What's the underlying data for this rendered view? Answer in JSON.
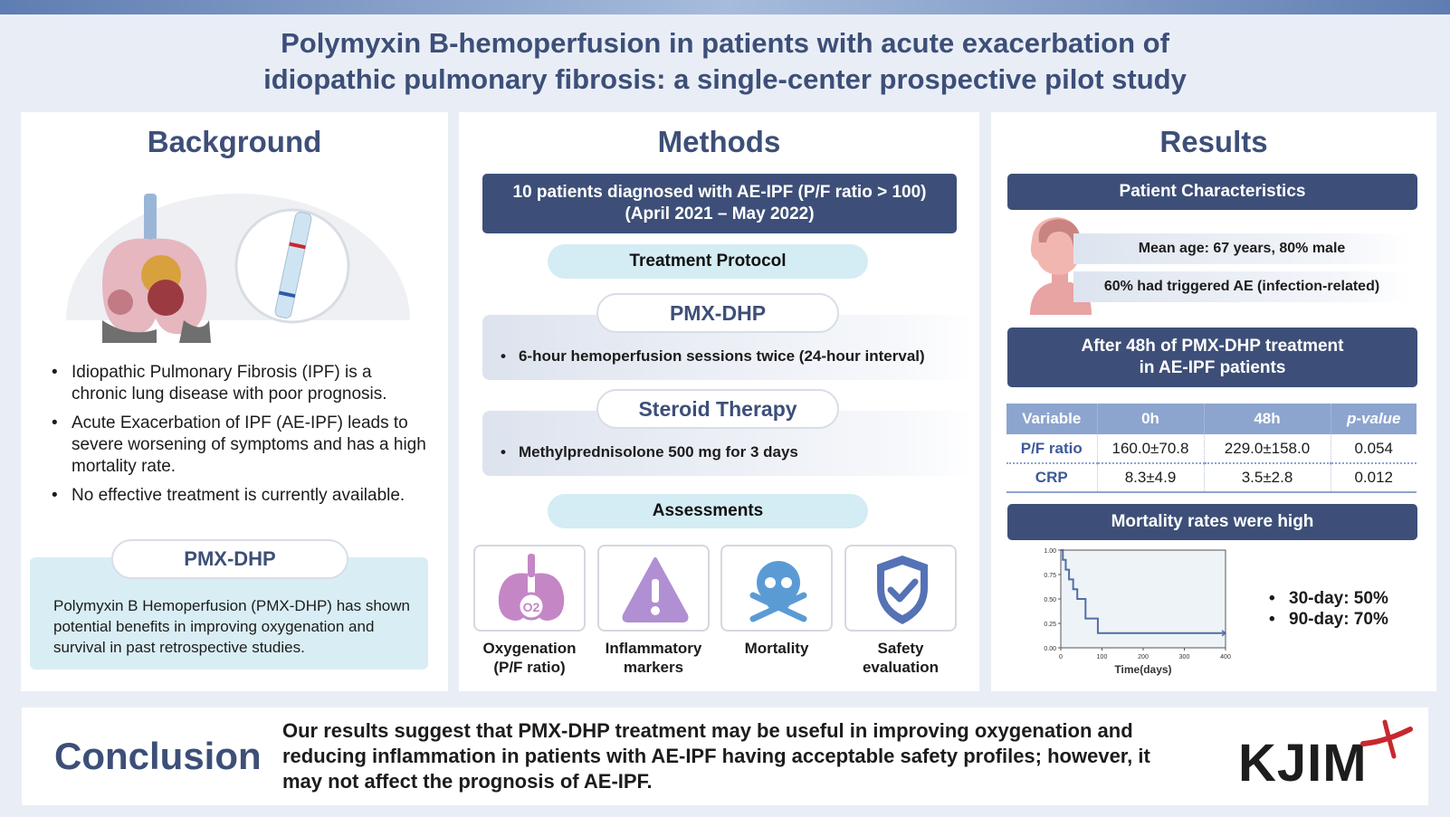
{
  "title": {
    "line1": "Polymyxin B-hemoperfusion in patients with acute exacerbation of",
    "line2": "idiopathic pulmonary fibrosis: a single-center prospective pilot study"
  },
  "background": {
    "heading": "Background",
    "bullets": [
      "Idiopathic Pulmonary Fibrosis (IPF) is a chronic lung disease with poor prognosis.",
      "Acute Exacerbation of IPF (AE-IPF) leads to severe worsening of symptoms and has a high mortality rate.",
      "No effective treatment is currently available."
    ],
    "pmx_label": "PMX-DHP",
    "pmx_text": "Polymyxin B Hemoperfusion (PMX-DHP) has shown potential benefits in improving oxygenation and survival in past retrospective studies."
  },
  "methods": {
    "heading": "Methods",
    "patients_line1": "10 patients diagnosed with AE-IPF (P/F ratio > 100)",
    "patients_line2": "(April 2021 – May 2022)",
    "protocol_label": "Treatment Protocol",
    "pmx_label": "PMX-DHP",
    "pmx_detail": "6-hour hemoperfusion sessions twice (24-hour interval)",
    "steroid_label": "Steroid Therapy",
    "steroid_detail": "Methylprednisolone 500 mg for 3 days",
    "assess_label": "Assessments",
    "assessments": [
      {
        "line1": "Oxygenation",
        "line2": "(P/F ratio)",
        "icon": "lungs-o2-icon",
        "o2": "O2"
      },
      {
        "line1": "Inflammatory",
        "line2": "markers",
        "icon": "warning-icon"
      },
      {
        "line1": "Mortality",
        "line2": "",
        "icon": "skull-icon"
      },
      {
        "line1": "Safety",
        "line2": "evaluation",
        "icon": "shield-check-icon"
      }
    ]
  },
  "results": {
    "heading": "Results",
    "patient_char_label": "Patient Characteristics",
    "char1": "Mean age: 67 years, 80% male",
    "char2": "60% had triggered AE (infection-related)",
    "after_line1": "After 48h of PMX-DHP treatment",
    "after_line2": "in AE-IPF patients",
    "table": {
      "headers": [
        "Variable",
        "0h",
        "48h",
        "p-value"
      ],
      "rows": [
        [
          "P/F ratio",
          "160.0±70.8",
          "229.0±158.0",
          "0.054"
        ],
        [
          "CRP",
          "8.3±4.9",
          "3.5±2.8",
          "0.012"
        ]
      ]
    },
    "mortality_label": "Mortality rates were high",
    "mortality_bullets": [
      "30-day: 50%",
      "90-day: 70%"
    ]
  },
  "chart_data": {
    "type": "line",
    "title": "",
    "xlabel": "Time(days)",
    "ylabel": "",
    "xlim": [
      0,
      400
    ],
    "ylim": [
      0,
      1
    ],
    "xticks": [
      "0",
      "100",
      "200",
      "300",
      "400"
    ],
    "yticks": [
      "0.00",
      "0.25",
      "0.50",
      "0.75",
      "1.00"
    ],
    "step": true,
    "series": [
      {
        "x": [
          0,
          5,
          12,
          20,
          30,
          40,
          60,
          90,
          400
        ],
        "y": [
          1.0,
          0.9,
          0.8,
          0.7,
          0.6,
          0.5,
          0.3,
          0.15,
          0.15
        ]
      }
    ]
  },
  "conclusion": {
    "heading": "Conclusion",
    "line1": "Our results suggest that PMX-DHP treatment may be useful in improving oxygenation and",
    "line2": "reducing inflammation in patients with AE-IPF having acceptable safety profiles; however, it",
    "line3": "may not affect the prognosis of AE-IPF."
  },
  "logo": "KJIM",
  "colors": {
    "navy": "#3d4f78",
    "light_blue": "#d4ecf3",
    "table_header": "#8ca5cf",
    "accent_red": "#c8282e"
  }
}
